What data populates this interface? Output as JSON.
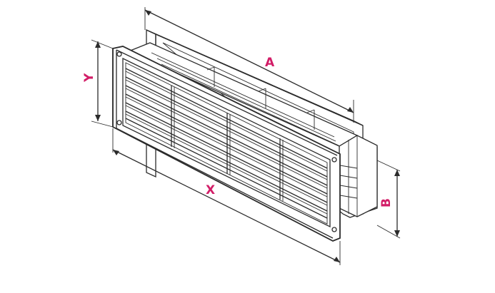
{
  "dimensions": {
    "a": "A",
    "b": "B",
    "x": "X",
    "y": "Y"
  },
  "colors": {
    "dimension_label": "#d21d67",
    "line": "#2b2b2b",
    "background": "#ffffff"
  }
}
